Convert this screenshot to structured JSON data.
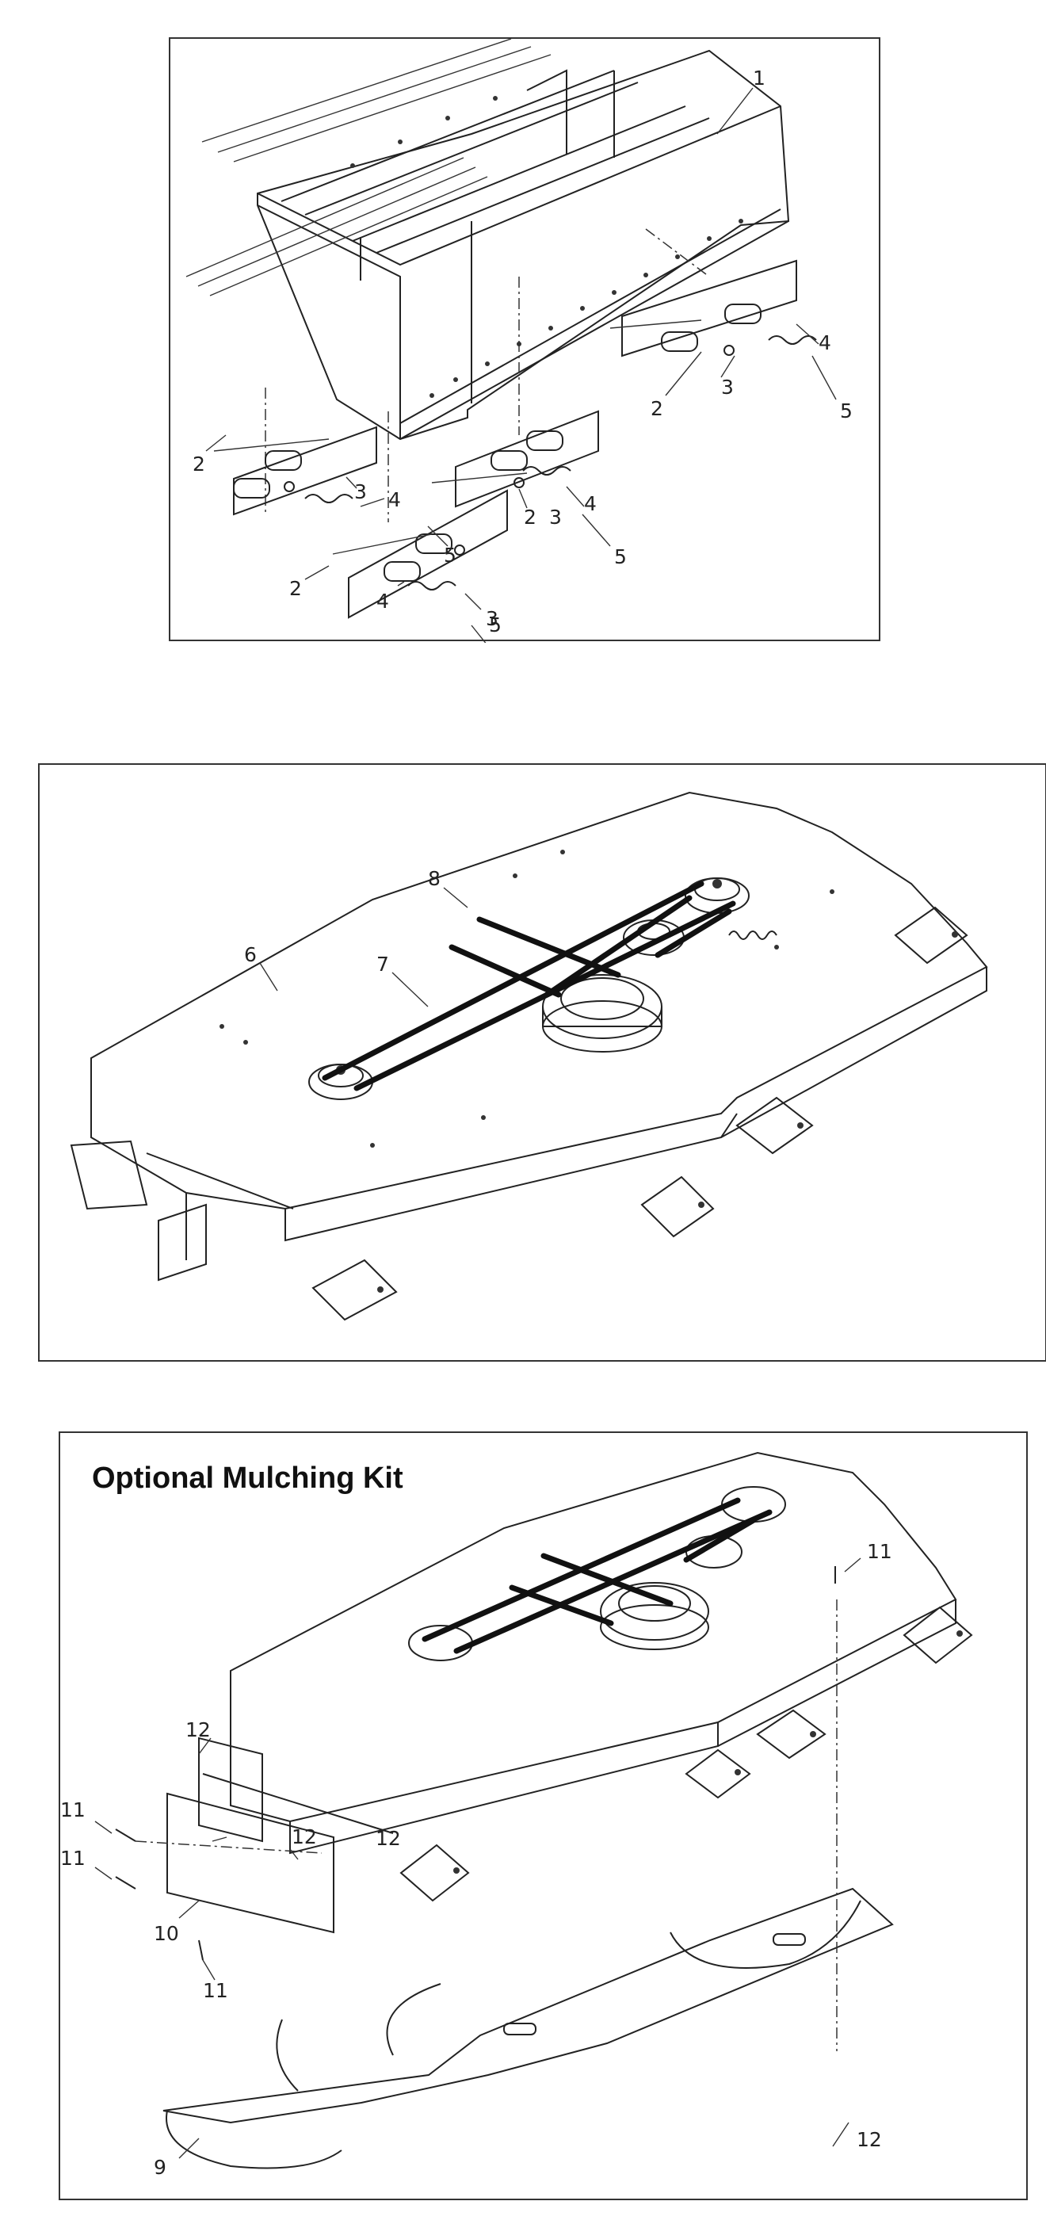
{
  "figure_1": {
    "callouts": [
      "1",
      "2",
      "3",
      "4",
      "5",
      "2",
      "3",
      "4",
      "5",
      "2",
      "3",
      "4",
      "5",
      "2",
      "3",
      "4",
      "5"
    ]
  },
  "figure_2": {
    "callouts": [
      "6",
      "7",
      "8"
    ]
  },
  "figure_3": {
    "title": "Optional Mulching Kit",
    "callouts": [
      "11",
      "11",
      "11",
      "12",
      "12",
      "12",
      "12",
      "10",
      "11",
      "9"
    ]
  }
}
